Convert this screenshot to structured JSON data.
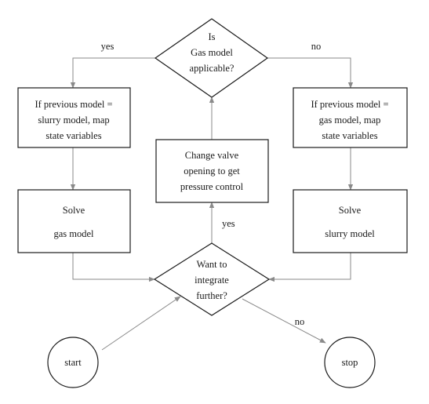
{
  "nodes": {
    "decision_gas": {
      "lines": [
        "Is",
        "Gas model",
        "applicable?"
      ]
    },
    "map_slurry_to_gas": {
      "lines": [
        "If previous model =",
        "slurry model, map",
        "state variables"
      ]
    },
    "map_gas_to_slurry": {
      "lines": [
        "If previous model =",
        "gas model, map",
        "state variables"
      ]
    },
    "change_valve": {
      "lines": [
        "Change valve",
        "opening to get",
        "pressure control"
      ]
    },
    "solve_gas": {
      "lines": [
        "Solve",
        "gas model"
      ]
    },
    "solve_slurry": {
      "lines": [
        "Solve",
        "slurry model"
      ]
    },
    "decision_integrate": {
      "lines": [
        "Want to",
        "integrate",
        "further?"
      ]
    },
    "start": {
      "lines": [
        "start"
      ]
    },
    "stop": {
      "lines": [
        "stop"
      ]
    }
  },
  "edge_labels": {
    "gas_yes": "yes",
    "gas_no": "no",
    "integrate_yes": "yes",
    "integrate_no": "no"
  }
}
